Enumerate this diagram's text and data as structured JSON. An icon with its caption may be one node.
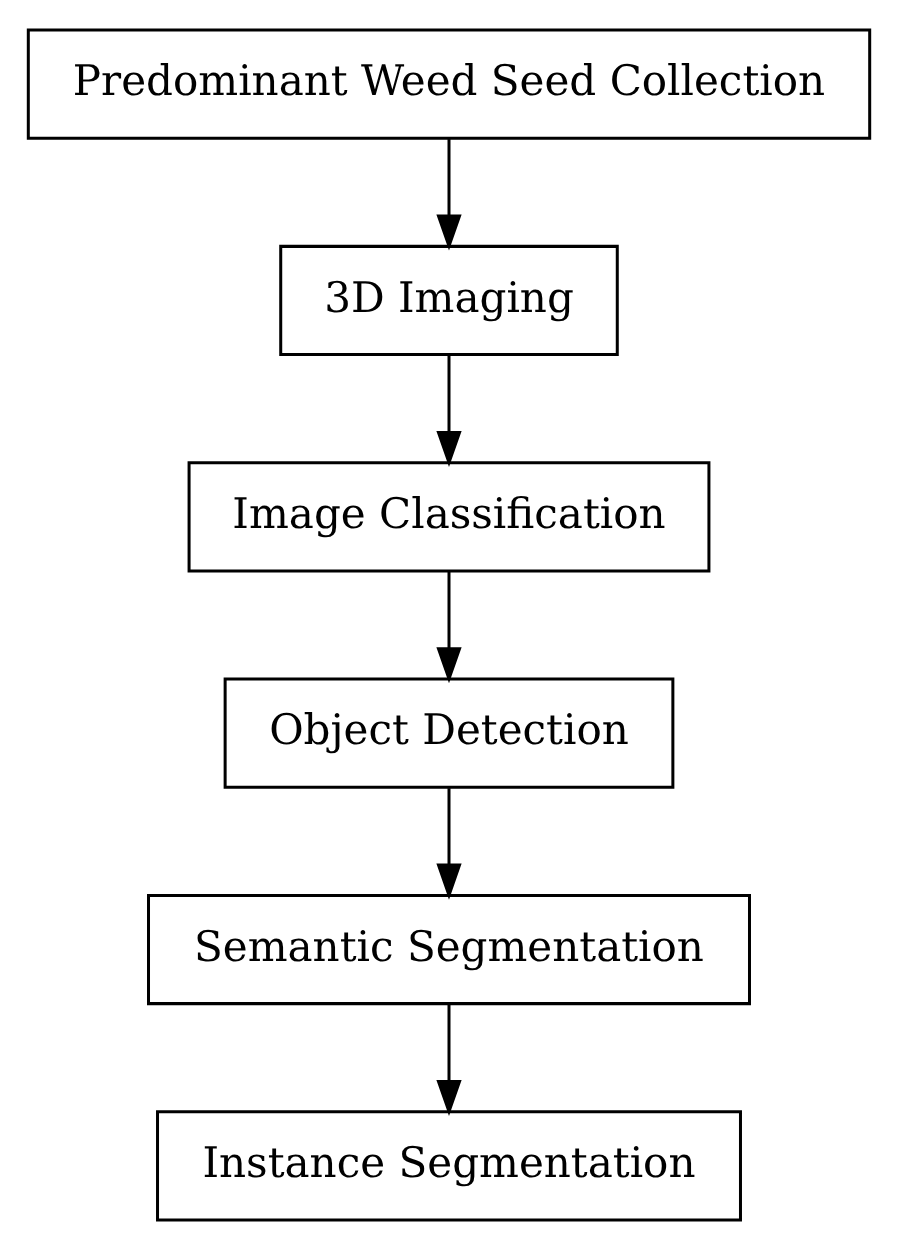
{
  "diagram": {
    "nodes": [
      {
        "text": [
          "Predominant Weed Seed Collection"
        ]
      },
      {
        "text": [
          "3D Imaging"
        ]
      },
      {
        "text": [
          "Image Classification"
        ]
      },
      {
        "text": [
          "Object Detection"
        ]
      },
      {
        "text": [
          "Semantic Segmentation"
        ]
      },
      {
        "text": [
          "Instance Segmentation"
        ]
      }
    ],
    "edges": [
      {
        "from": 0,
        "to": 1,
        "arrow": "to"
      },
      {
        "from": 1,
        "to": 2,
        "arrow": "to"
      },
      {
        "from": 2,
        "to": 3,
        "arrow": "to"
      },
      {
        "from": 3,
        "to": 4,
        "arrow": "to"
      },
      {
        "from": 4,
        "to": 5,
        "arrow": "to"
      }
    ]
  }
}
